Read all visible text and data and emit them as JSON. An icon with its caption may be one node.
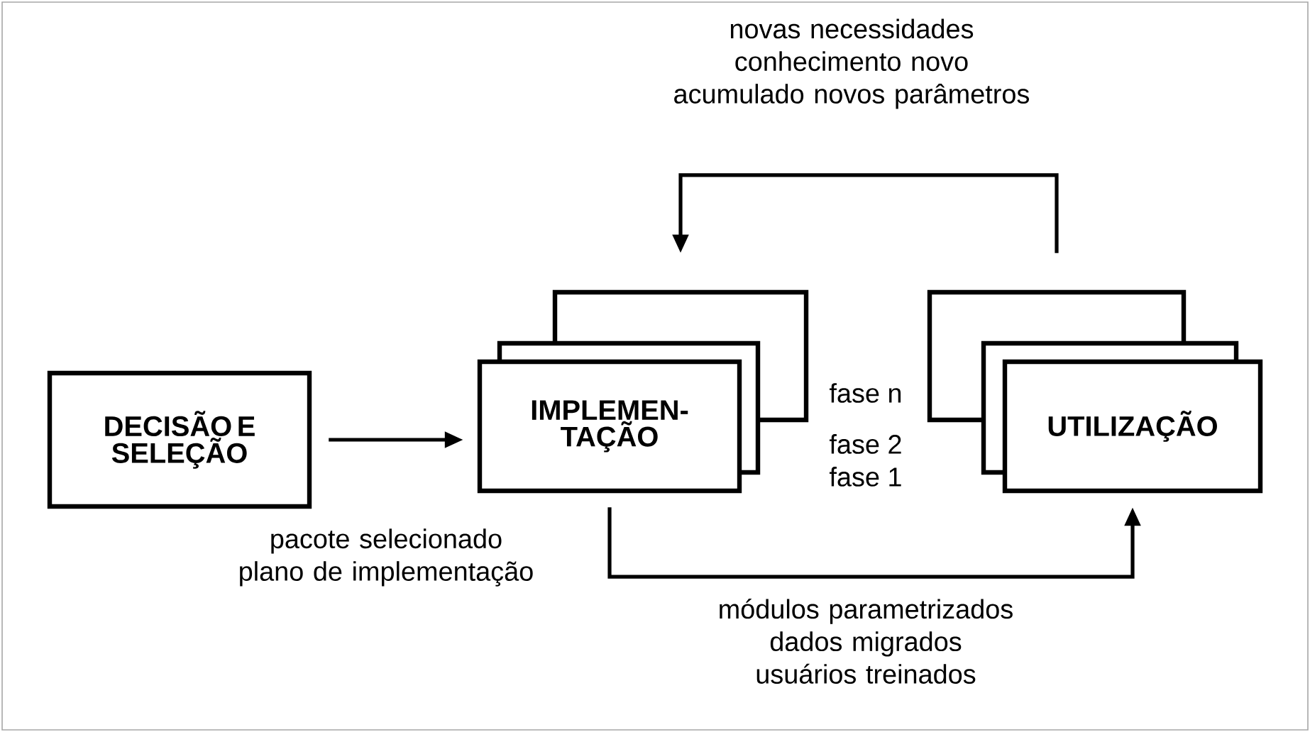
{
  "diagram": {
    "nodes": [
      {
        "text": [
          "DECISÃO E SELEÇÃO"
        ]
      },
      {
        "text": [],
        "shape": "box"
      },
      {
        "text": [
          "IMPLEMEN- TAÇÃO"
        ]
      },
      {
        "text": [],
        "shape": "box"
      },
      {
        "text": [
          "UTILIZAÇÃO"
        ]
      }
    ],
    "edges": [
      {
        "from": 0,
        "to": 2,
        "arrow": "to",
        "label": "pacote selecionado plano de implementação"
      },
      {
        "from": 2,
        "to": 4,
        "arrow": "to",
        "label": "módulos parametrizados dados migrados usuários treinados"
      },
      {
        "from": 3,
        "to": 1,
        "arrow": "to",
        "label": "novas necessidades conhecimento novo acumulado novos parâmetros"
      }
    ],
    "labels": [
      "fase n",
      "fase 2",
      "fase 1"
    ]
  }
}
